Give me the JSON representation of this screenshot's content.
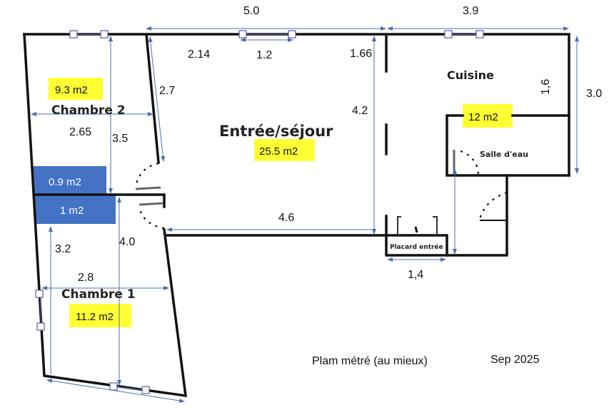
{
  "title_note": "Plam métré (au mieux)",
  "date": "Sep 2025",
  "colors": {
    "wall": "#111111",
    "dimension": "#4a6fb5",
    "area_highlight": "#ffff33",
    "storage_fill": "#4472c4"
  },
  "rooms": {
    "chambre2": {
      "label": "Chambre 2",
      "area": "9.3 m2"
    },
    "sejour": {
      "label": "Entrée/séjour",
      "area": "25.5 m2"
    },
    "cuisine": {
      "label": "Cuisine",
      "area": "12 m2"
    },
    "salle_eau": {
      "label": "Salle d'eau"
    },
    "placard": {
      "label": "Placard entrée"
    },
    "chambre1": {
      "label": "Chambre 1",
      "area": "11.2 m2"
    },
    "storage1": {
      "area": "0.9 m2"
    },
    "storage2": {
      "area": "1 m2"
    }
  },
  "dimensions": {
    "sejour_width": "5.0",
    "cuisine_width": "3.9",
    "sejour_left": "2.14",
    "sejour_window": "1.2",
    "sejour_partition": "1.66",
    "sejour_depth": "4.2",
    "cuisine_depth_partial": "1,6",
    "cuisine_depth": "3.0",
    "ch2_wall": "2.7",
    "ch2_width": "2.65",
    "ch2_depth": "3.5",
    "corridor": "4.6",
    "ch1_depth_left": "3.2",
    "ch1_depth": "4.0",
    "ch1_width": "2.8",
    "placard_width": "1,4"
  }
}
